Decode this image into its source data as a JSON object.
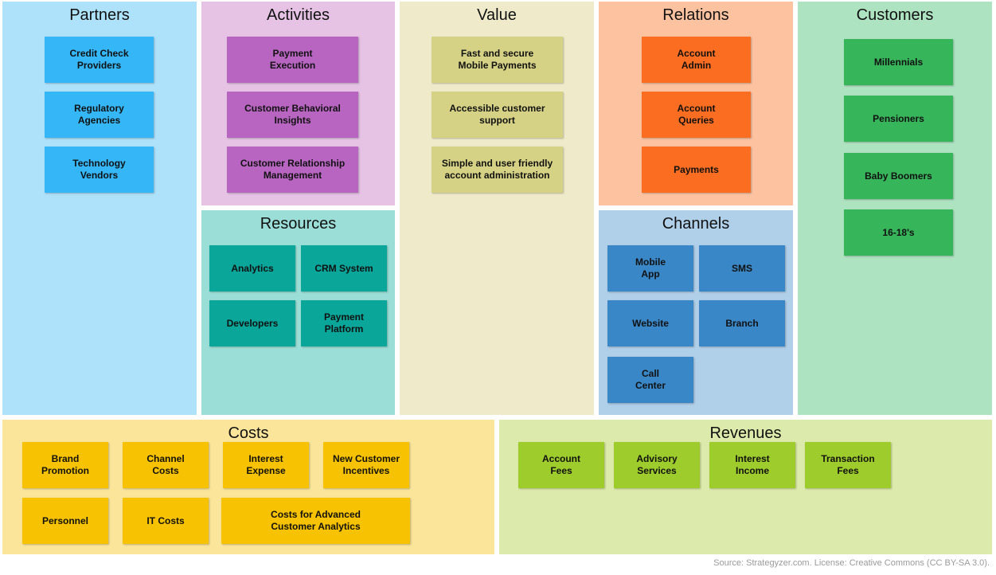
{
  "sections": {
    "partners": {
      "title": "Partners",
      "bg": "#aee2fb",
      "card_color": "#35b6f7",
      "items": [
        "Credit Check\nProviders",
        "Regulatory\nAgencies",
        "Technology\nVendors"
      ]
    },
    "activities": {
      "title": "Activities",
      "bg": "#e6c3e5",
      "card_color": "#b765c1",
      "items": [
        "Payment\nExecution",
        "Customer Behavioral\nInsights",
        "Customer Relationship\nManagement"
      ]
    },
    "value": {
      "title": "Value",
      "bg": "#efebca",
      "card_color": "#d6d285",
      "items": [
        "Fast and secure\nMobile Payments",
        "Accessible customer\nsupport",
        "Simple and user friendly\naccount administration"
      ]
    },
    "relations": {
      "title": "Relations",
      "bg": "#fdc3a1",
      "card_color": "#fb6d20",
      "items": [
        "Account\nAdmin",
        "Account\nQueries",
        "Payments"
      ]
    },
    "customers": {
      "title": "Customers",
      "bg": "#aee3c1",
      "card_color": "#37b55a",
      "items": [
        "Millennials",
        "Pensioners",
        "Baby Boomers",
        "16-18's"
      ]
    },
    "resources": {
      "title": "Resources",
      "bg": "#9bded7",
      "card_color": "#0aa69a",
      "items": [
        "Analytics",
        "CRM System",
        "Developers",
        "Payment\nPlatform"
      ]
    },
    "channels": {
      "title": "Channels",
      "bg": "#b0cfe9",
      "card_color": "#3a87c8",
      "items": [
        "Mobile\nApp",
        "SMS",
        "Website",
        "Branch",
        "Call\nCenter"
      ]
    },
    "costs": {
      "title": "Costs",
      "bg": "#fae59a",
      "card_color": "#f6c201",
      "items": [
        "Brand\nPromotion",
        "Channel\nCosts",
        "Interest\nExpense",
        "New Customer\nIncentives",
        "Personnel",
        "IT Costs",
        "Costs for Advanced\nCustomer Analytics"
      ]
    },
    "revenues": {
      "title": "Revenues",
      "bg": "#dcebab",
      "card_color": "#9dcc2c",
      "items": [
        "Account\nFees",
        "Advisory\nServices",
        "Interest\nIncome",
        "Transaction\nFees"
      ]
    }
  },
  "footer": "Source: Strategyzer.com. License: Creative Commons (CC BY-SA 3.0)."
}
